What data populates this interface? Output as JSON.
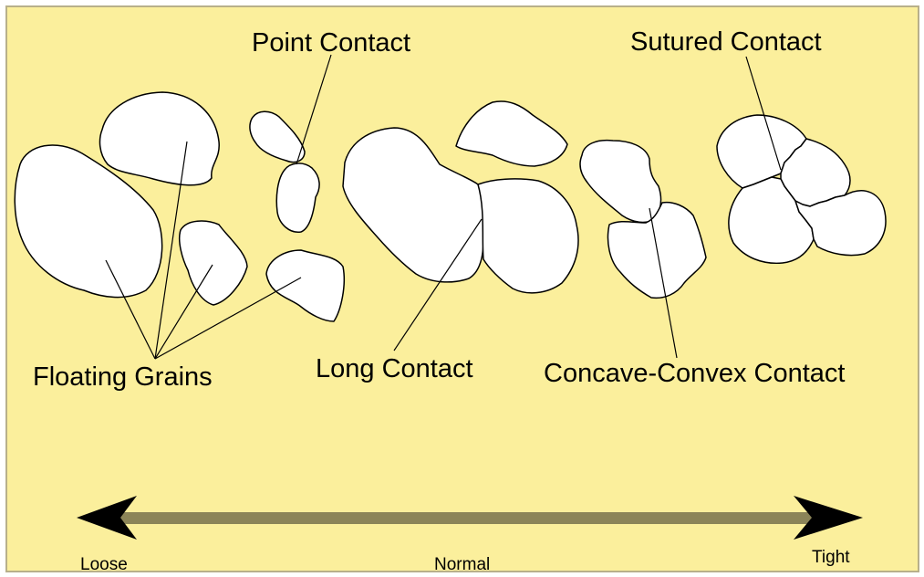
{
  "background_color": "#fbef9c",
  "arrow_colors": {
    "shaft": "#8b8458",
    "heads": "#000000"
  },
  "labels": {
    "point_contact": "Point Contact",
    "sutured_contact": "Sutured Contact",
    "floating_grains": "Floating Grains",
    "long_contact": "Long Contact",
    "concave_convex_contact": "Concave-Convex Contact"
  },
  "scale": {
    "loose": "Loose",
    "normal": "Normal",
    "tight": "Tight"
  }
}
